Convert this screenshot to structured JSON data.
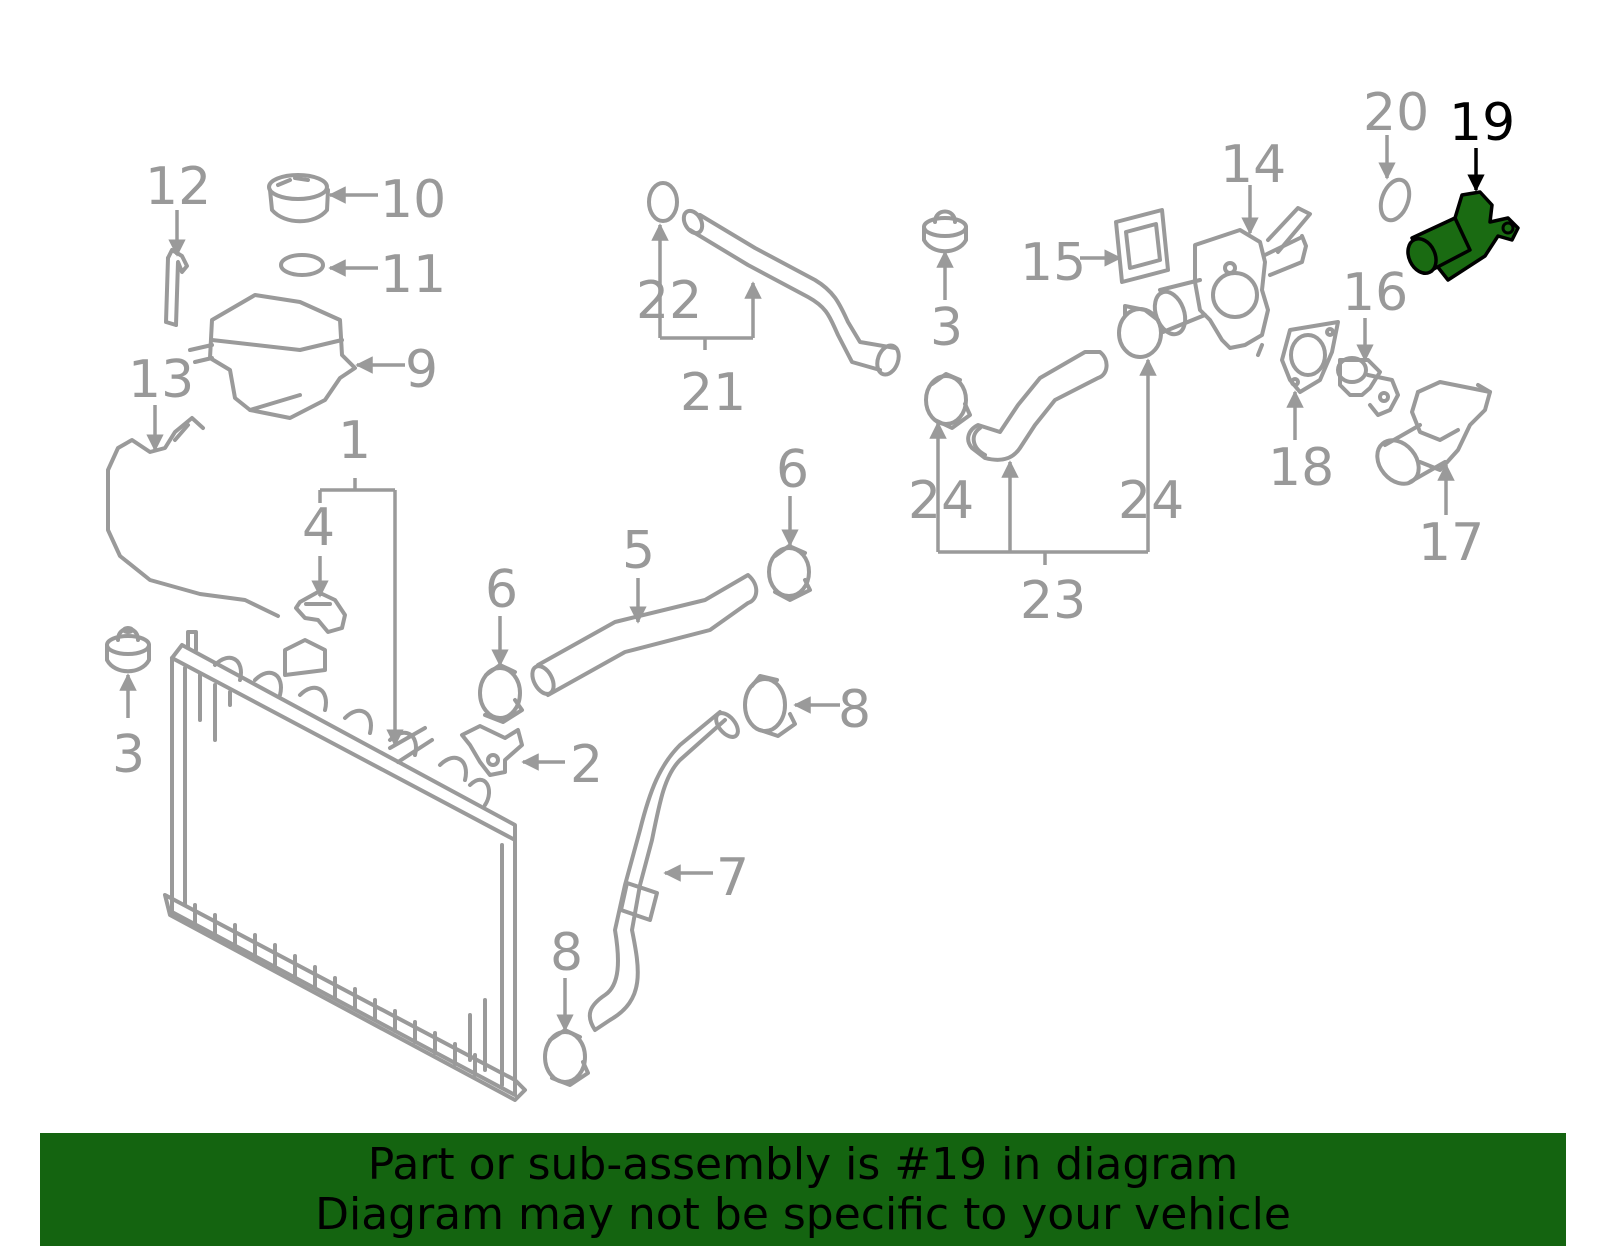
{
  "diagram": {
    "highlighted_part": "19",
    "highlight_color": "#1a6b12",
    "line_color": "#9a9a9a",
    "callouts": {
      "c1": "1",
      "c2": "2",
      "c3a": "3",
      "c3b": "3",
      "c4": "4",
      "c5": "5",
      "c6a": "6",
      "c6b": "6",
      "c7": "7",
      "c8a": "8",
      "c8b": "8",
      "c9": "9",
      "c10": "10",
      "c11": "11",
      "c12": "12",
      "c13": "13",
      "c14": "14",
      "c15": "15",
      "c16": "16",
      "c17": "17",
      "c18": "18",
      "c19": "19",
      "c20": "20",
      "c21": "21",
      "c22": "22",
      "c23": "23",
      "c24a": "24",
      "c24b": "24"
    }
  },
  "banner": {
    "line1": "Part or sub-assembly is #19 in diagram",
    "line2": "Diagram may not be specific to your vehicle",
    "background": "#146410"
  }
}
